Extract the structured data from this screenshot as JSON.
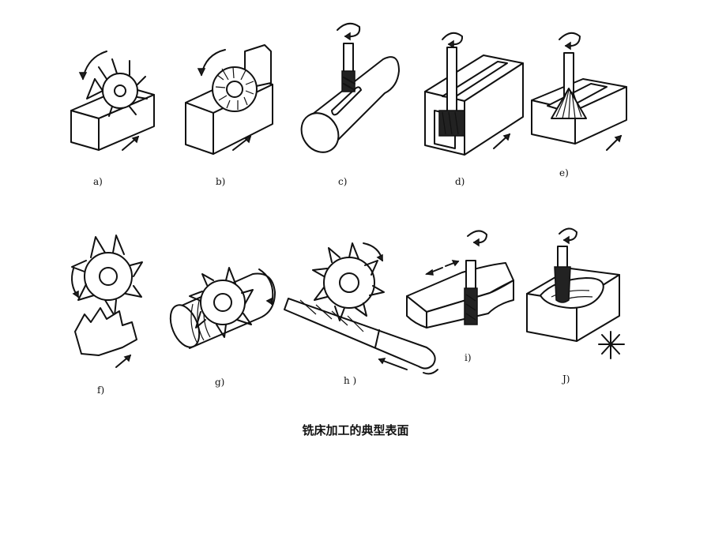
{
  "figure": {
    "labels": {
      "a": "a)",
      "b": "b)",
      "c": "c)",
      "d": "d)",
      "e": "e)",
      "f": "f)",
      "g": "g)",
      "h": "h )",
      "i": "i)",
      "j": "J)"
    },
    "caption": "铣床加工的典型表面"
  }
}
